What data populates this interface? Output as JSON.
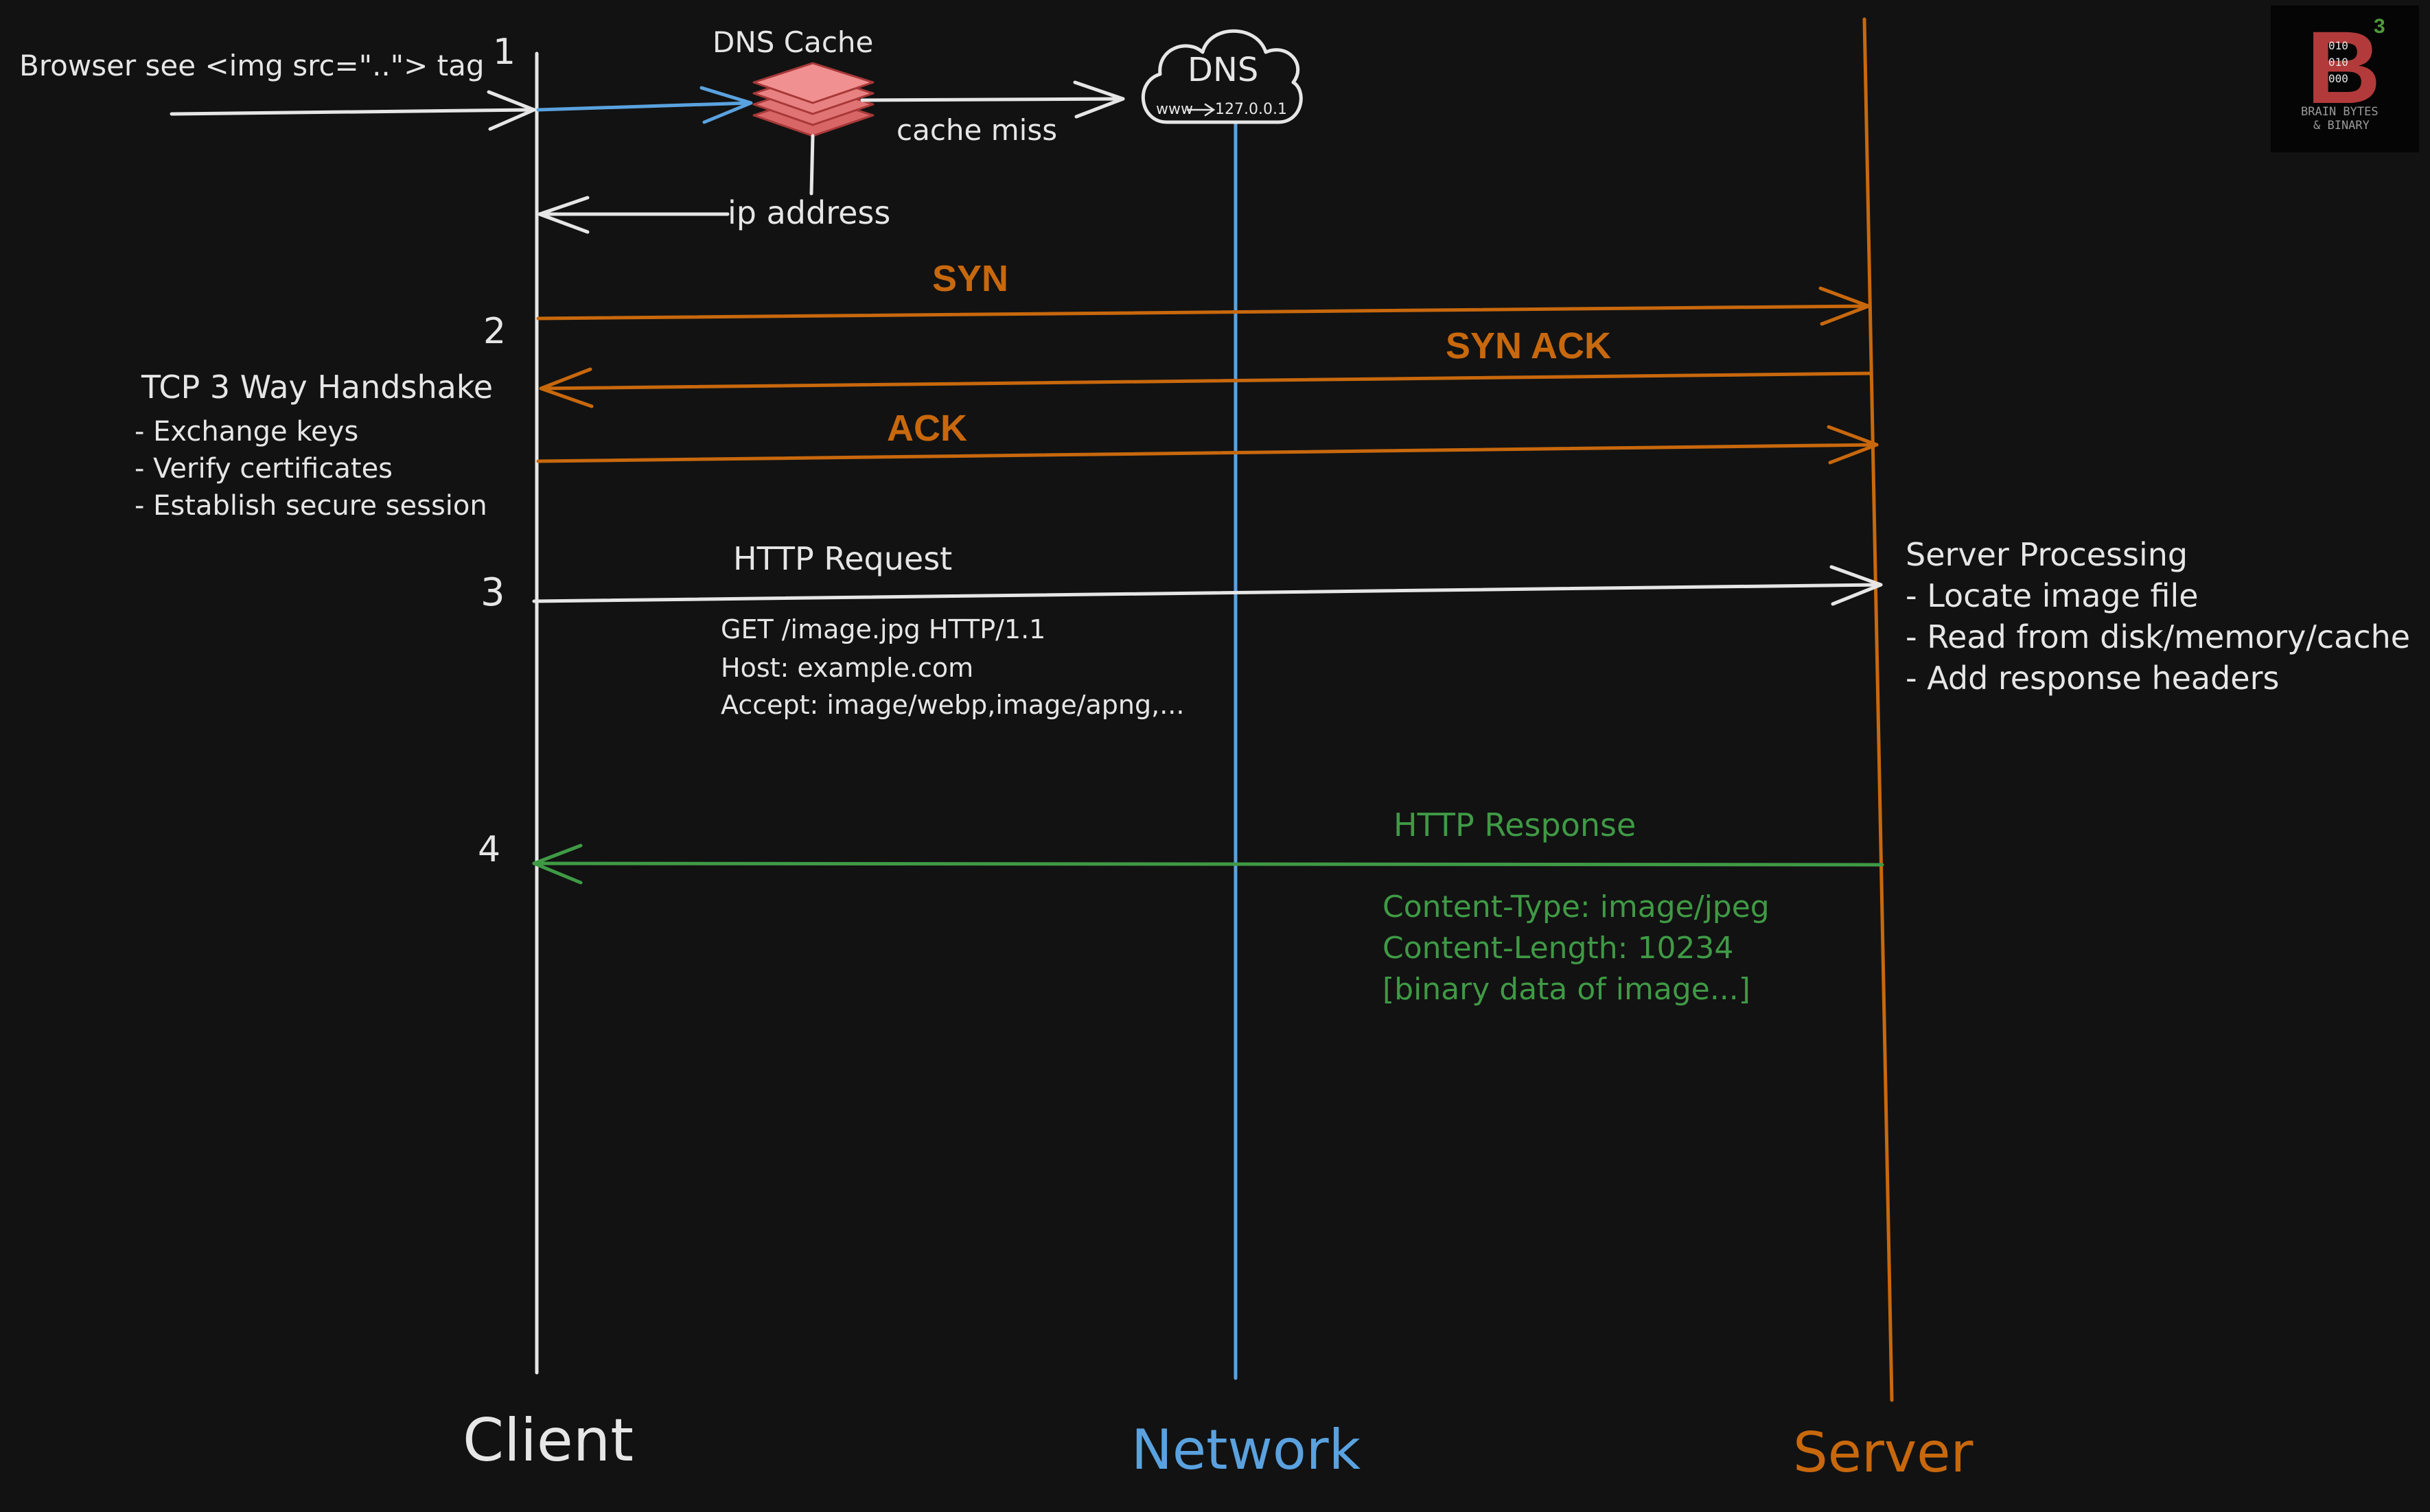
{
  "colors": {
    "background": "#121212",
    "client_line": "#e6e6e6",
    "network_line": "#5aa2df",
    "server_line": "#c8680d",
    "tcp_arrows": "#c8680d",
    "http_request": "#e6e6e6",
    "http_response": "#3f9a45",
    "dns_cache": "#e07070",
    "logo_accent": "#b23a3a"
  },
  "step1": {
    "number": "1",
    "trigger": "Browser see <img src=\"..\"> tag",
    "dns_cache_label": "DNS Cache",
    "cache_miss_label": "cache miss",
    "ip_address_label": "ip address",
    "dns_title": "DNS",
    "dns_www": "www",
    "dns_ip": "127.0.0.1"
  },
  "step2": {
    "number": "2",
    "title": "TCP 3 Way Handshake",
    "notes": [
      "- Exchange keys",
      "- Verify certificates",
      "- Establish secure session"
    ],
    "syn": "SYN",
    "syn_ack": "SYN ACK",
    "ack": "ACK"
  },
  "step3": {
    "number": "3",
    "label": "HTTP Request",
    "lines": [
      "GET /image.jpg HTTP/1.1",
      "Host: example.com",
      "Accept: image/webp,image/apng,..."
    ],
    "server_processing_title": "Server Processing",
    "server_processing_items": [
      "- Locate image file",
      "- Read from disk/memory/cache",
      "- Add response headers"
    ]
  },
  "step4": {
    "number": "4",
    "label": "HTTP Response",
    "lines": [
      "Content-Type: image/jpeg",
      "Content-Length: 10234",
      "[binary data of image...]"
    ]
  },
  "lanes": {
    "client": "Client",
    "network": "Network",
    "server": "Server"
  },
  "logo": {
    "letter": "B",
    "superscript": "3",
    "bits": [
      "010",
      "010",
      "000"
    ],
    "line1": "BRAIN BYTES",
    "line2": "& BINARY"
  }
}
